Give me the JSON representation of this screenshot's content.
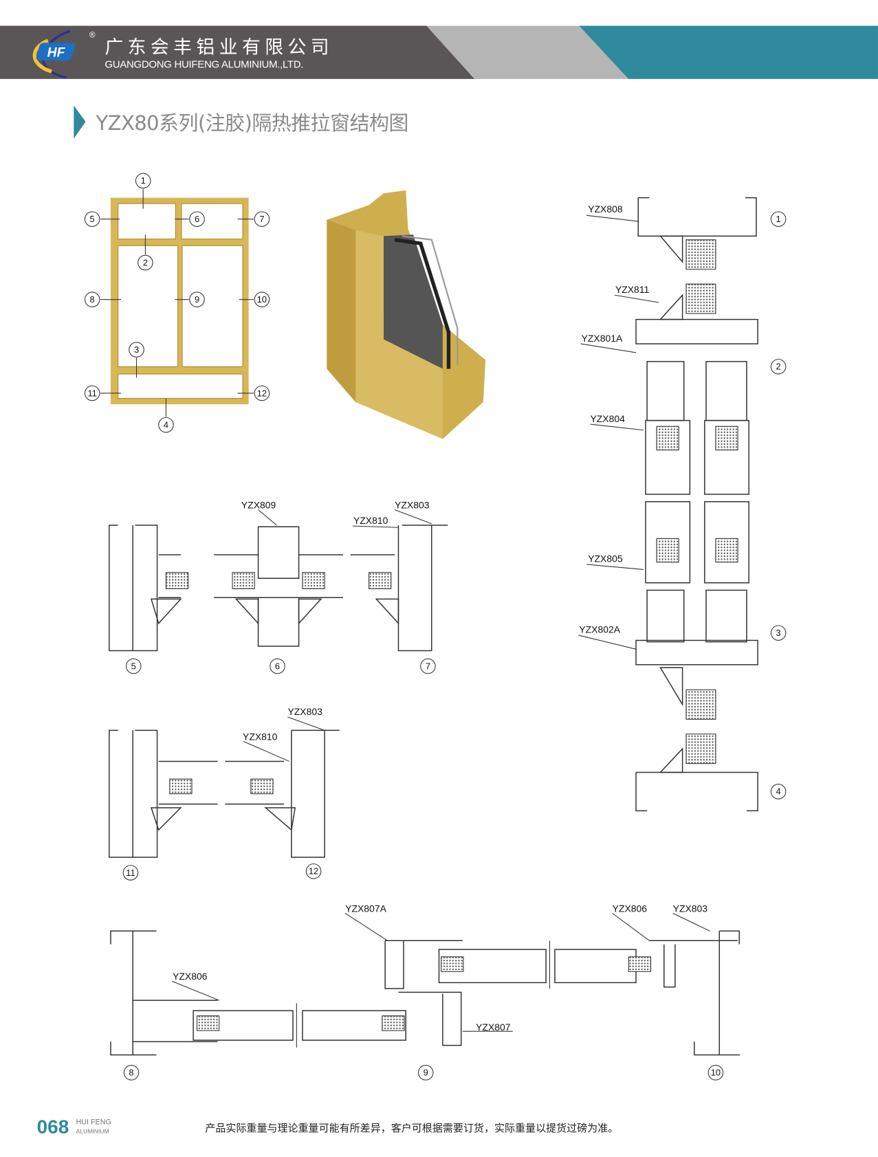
{
  "header": {
    "company_cn": "广东会丰铝业有限公司",
    "company_en": "GUANGDONG HUIFENG ALUMINIUM.,LTD.",
    "logo_text": "HF",
    "registered": "®",
    "colors": {
      "dark": "#5a5657",
      "light": "#b5b5b5",
      "accent": "#2e8a9c"
    }
  },
  "title": "YZX80系列(注胶)隔热推拉窗结构图",
  "frame_diagram": {
    "markers": [
      "1",
      "2",
      "3",
      "4",
      "5",
      "6",
      "7",
      "8",
      "9",
      "10",
      "11",
      "12"
    ]
  },
  "vertical_section": {
    "labels": [
      "YZX808",
      "YZX811",
      "YZX801A",
      "YZX804",
      "YZX805",
      "YZX802A"
    ],
    "markers": [
      "1",
      "2",
      "3",
      "4"
    ]
  },
  "transom_section": {
    "labels": [
      "YZX809",
      "YZX803",
      "YZX810"
    ],
    "markers": [
      "5",
      "6",
      "7"
    ]
  },
  "sill_section": {
    "labels": [
      "YZX803",
      "YZX810"
    ],
    "markers": [
      "11",
      "12"
    ]
  },
  "horizontal_section": {
    "labels": [
      "YZX807A",
      "YZX806",
      "YZX803",
      "YZX806",
      "YZX807"
    ],
    "markers": [
      "8",
      "9",
      "10"
    ]
  },
  "footer": {
    "page_number": "068",
    "brand": "HUI FENG",
    "brand_sub": "ALUMINIUM",
    "note": "产品实际重量与理论重量可能有所差异，客户可根据需要订货，实际重量以提货过磅为准。"
  }
}
